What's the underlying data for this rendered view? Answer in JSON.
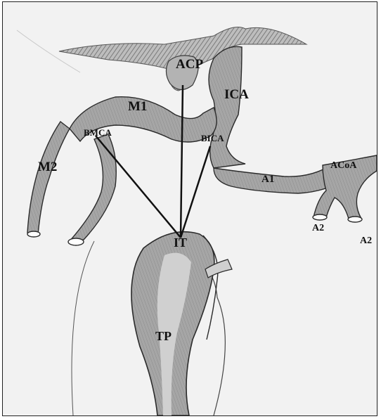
{
  "labels": {
    "acp": "ACP",
    "ica": "ICA",
    "m1": "M1",
    "m2": "M2",
    "bmca": "BMCA",
    "bica": "BICA",
    "a1": "A1",
    "acoa": "ACoA",
    "a2_left": "A2",
    "a2_right": "A2",
    "it": "IT",
    "tp": "TP"
  },
  "colors": {
    "paper": "#f2f2f2",
    "vessel_fill": "#a9a9a9",
    "vessel_edge": "#2b2b2b",
    "hatch": "#7a7a7a",
    "line": "#111111"
  }
}
